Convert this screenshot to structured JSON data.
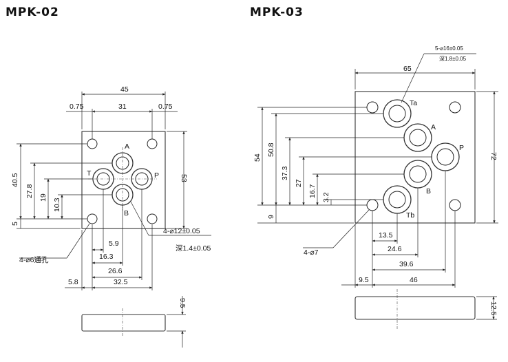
{
  "titles": {
    "left": "MPK-02",
    "right": "MPK-03"
  },
  "mpk02": {
    "dims": {
      "w45": "45",
      "w075a": "0.75",
      "w31": "31",
      "w075b": "0.75",
      "h53": "53",
      "h405": "40.5",
      "h278": "27.8",
      "h19": "19",
      "h103": "10.3",
      "h5": "5",
      "d59": "5.9",
      "d163": "16.3",
      "d266": "26.6",
      "d58": "5.8",
      "d325": "32.5",
      "h95": "9.5"
    },
    "ports": {
      "A": "A",
      "B": "B",
      "P": "P",
      "T": "T"
    },
    "notes": {
      "spec": "4-⌀12±0.05",
      "depth": "深1.4±0.05",
      "holes": "4-⌀6通孔"
    }
  },
  "mpk03": {
    "dims": {
      "w65": "65",
      "h72": "72",
      "h54": "54",
      "h508": "50.8",
      "h373": "37.3",
      "h27": "27",
      "h167": "16.7",
      "h32": "3.2",
      "h9": "9",
      "d135": "13.5",
      "d246": "24.6",
      "d396": "39.6",
      "d95": "9.5",
      "d46": "46",
      "h125": "12.5"
    },
    "ports": {
      "Ta": "Ta",
      "A": "A",
      "P": "P",
      "B": "B",
      "Tb": "Tb"
    },
    "notes": {
      "spec": "5-⌀16±0.05",
      "depth": "深1.8±0.05",
      "holes": "4-⌀7"
    }
  }
}
